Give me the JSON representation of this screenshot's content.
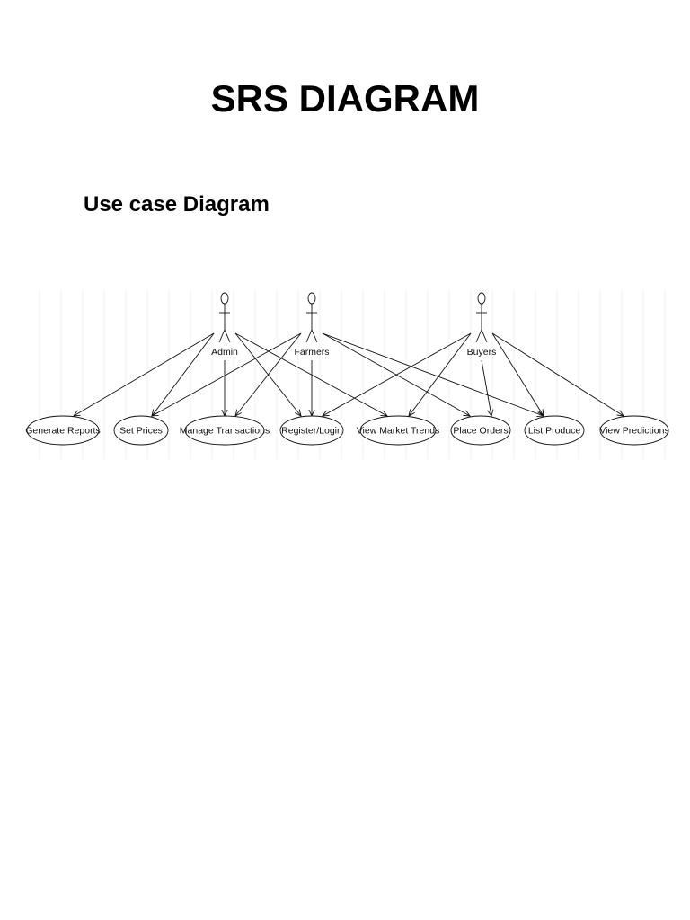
{
  "page": {
    "title": "SRS DIAGRAM",
    "section_title": "Use case Diagram"
  },
  "diagram": {
    "actors": [
      {
        "id": "admin",
        "label": "Admin"
      },
      {
        "id": "farmers",
        "label": "Farmers"
      },
      {
        "id": "buyers",
        "label": "Buyers"
      }
    ],
    "use_cases": [
      {
        "id": "generate-reports",
        "label": "Generate Reports"
      },
      {
        "id": "set-prices",
        "label": "Set Prices"
      },
      {
        "id": "manage-transactions",
        "label": "Manage Transactions"
      },
      {
        "id": "register-login",
        "label": "Register/Login"
      },
      {
        "id": "view-market-trends",
        "label": "View Market Trends"
      },
      {
        "id": "place-orders",
        "label": "Place Orders"
      },
      {
        "id": "list-produce",
        "label": "List Produce"
      },
      {
        "id": "view-predictions",
        "label": "View Predictions"
      }
    ],
    "associations": [
      {
        "from": "admin",
        "to": "generate-reports"
      },
      {
        "from": "admin",
        "to": "set-prices"
      },
      {
        "from": "admin",
        "to": "manage-transactions"
      },
      {
        "from": "admin",
        "to": "register-login"
      },
      {
        "from": "admin",
        "to": "view-market-trends"
      },
      {
        "from": "farmers",
        "to": "set-prices"
      },
      {
        "from": "farmers",
        "to": "manage-transactions"
      },
      {
        "from": "farmers",
        "to": "register-login"
      },
      {
        "from": "farmers",
        "to": "place-orders"
      },
      {
        "from": "farmers",
        "to": "list-produce"
      },
      {
        "from": "buyers",
        "to": "register-login"
      },
      {
        "from": "buyers",
        "to": "view-market-trends"
      },
      {
        "from": "buyers",
        "to": "place-orders"
      },
      {
        "from": "buyers",
        "to": "list-produce"
      },
      {
        "from": "buyers",
        "to": "view-predictions"
      }
    ]
  }
}
